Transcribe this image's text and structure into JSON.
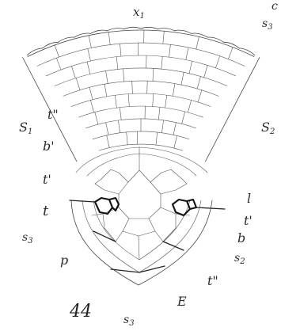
{
  "figure": {
    "number": "44",
    "labels": {
      "top_cell": "x",
      "top_sub": "1",
      "corner_c": "c",
      "s3_top": "s",
      "s3_top_sub": "3",
      "S1": "S",
      "S1_sub": "1",
      "S2": "S",
      "S2_sub": "2",
      "t_dblprime": "t\"",
      "b_prime": "b'",
      "t_prime_left": "t'",
      "t_left": "t",
      "s3_left": "s",
      "s3_left_sub": "3",
      "p": "p",
      "l_right": "l",
      "t_prime_right": "t'",
      "b_right": "b",
      "s2_right": "s",
      "s2_right_sub": "2",
      "t_dblprime_bottom": "t\"",
      "E": "E",
      "s3_bottom": "s",
      "s3_bottom_sub": "3"
    }
  }
}
